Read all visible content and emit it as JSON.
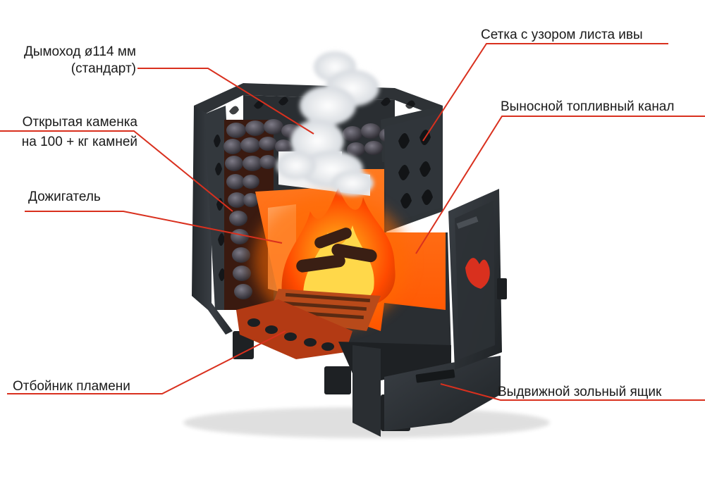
{
  "colors": {
    "leader": "#d9301e",
    "text": "#1a1a1a",
    "steel": "#2b2f33",
    "steel_dark": "#1c1f22",
    "steel_light": "#3b4046",
    "fire_glow": "#ff5a00",
    "flame_core": "#ffd23a",
    "stone": "#4a4750",
    "steam": "#e9ecef"
  },
  "labels": {
    "chimney_line1": "Дымоход ø114 мм",
    "chimney_line2": "(стандарт)",
    "heater_line1": "Открытая каменка",
    "heater_line2": "на 100 + кг камней",
    "afterburner": "Дожигатель",
    "flame_deflector": "Отбойник пламени",
    "willow_mesh": "Сетка с узором листа ивы",
    "fuel_channel": "Выносной топливный канал",
    "ash_drawer": "Выдвижной зольный ящик"
  }
}
